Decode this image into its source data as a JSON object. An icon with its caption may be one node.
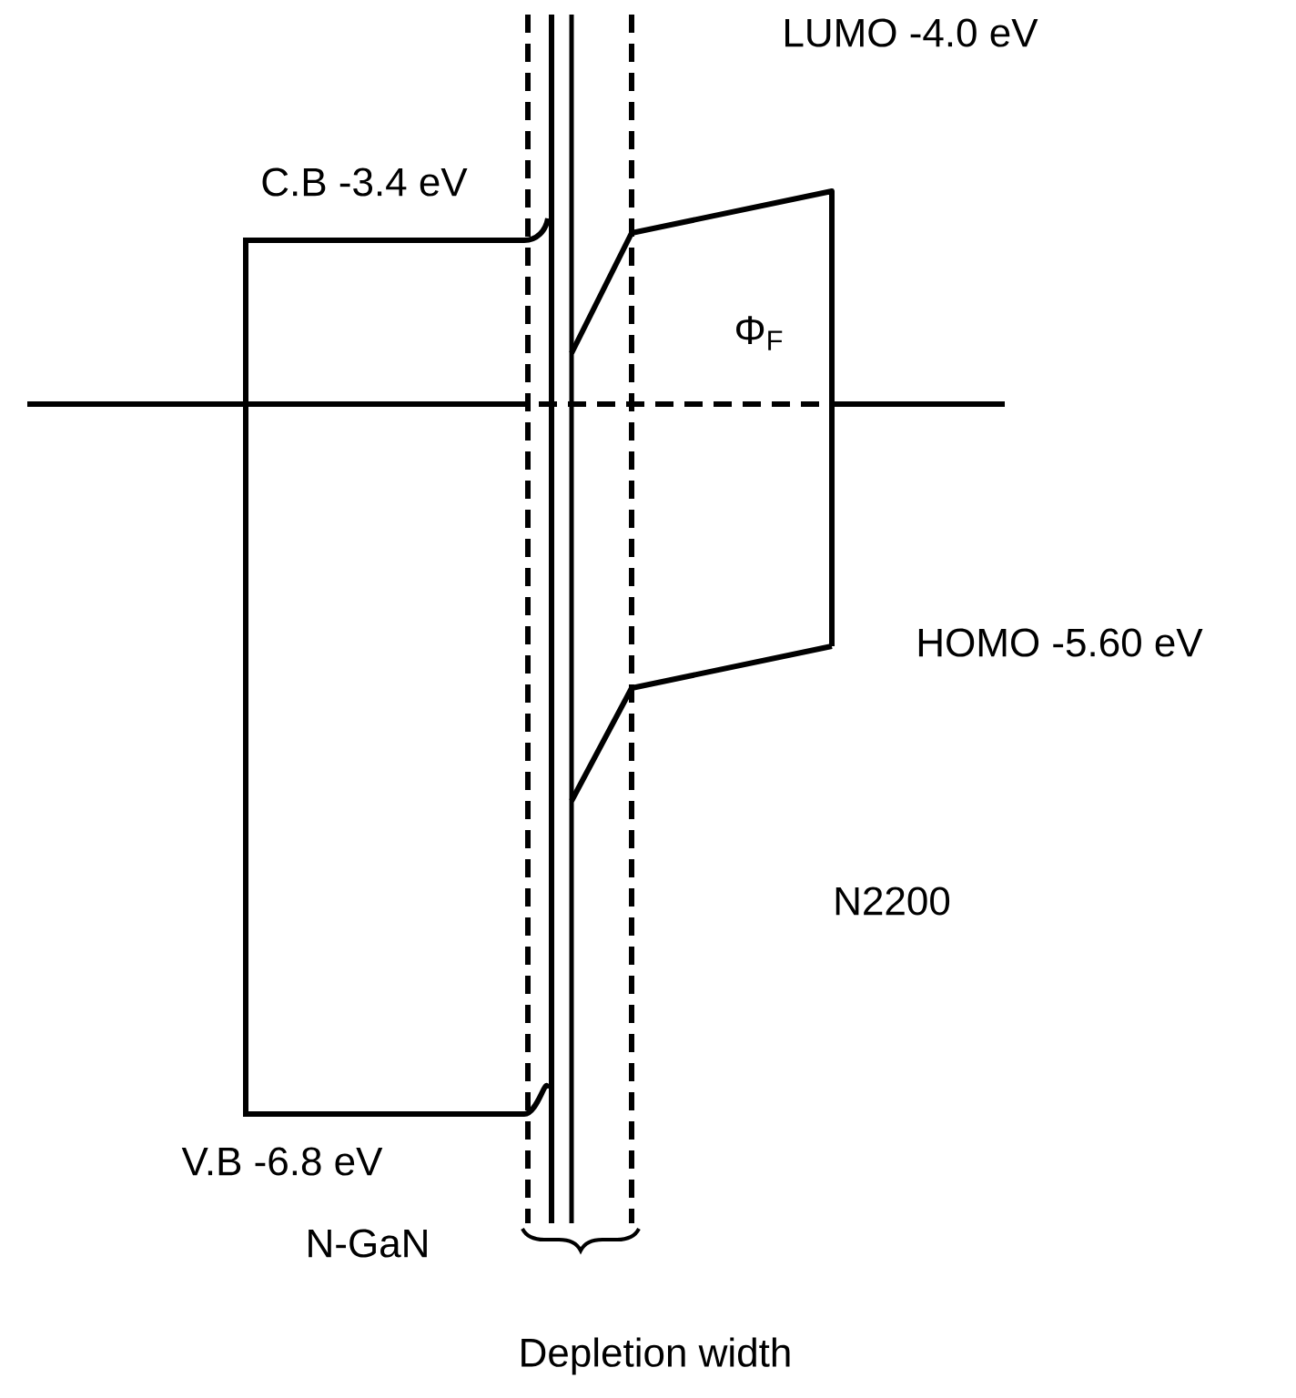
{
  "diagram": {
    "labels": [
      "LUMO  -4.0 eV",
      "C.B -3.4 eV",
      "Φ$_{F}$",
      "HOMO  -5.60 eV",
      "N2200",
      "V.B  -6.8 eV",
      "N-GaN",
      "Depletion width"
    ]
  }
}
